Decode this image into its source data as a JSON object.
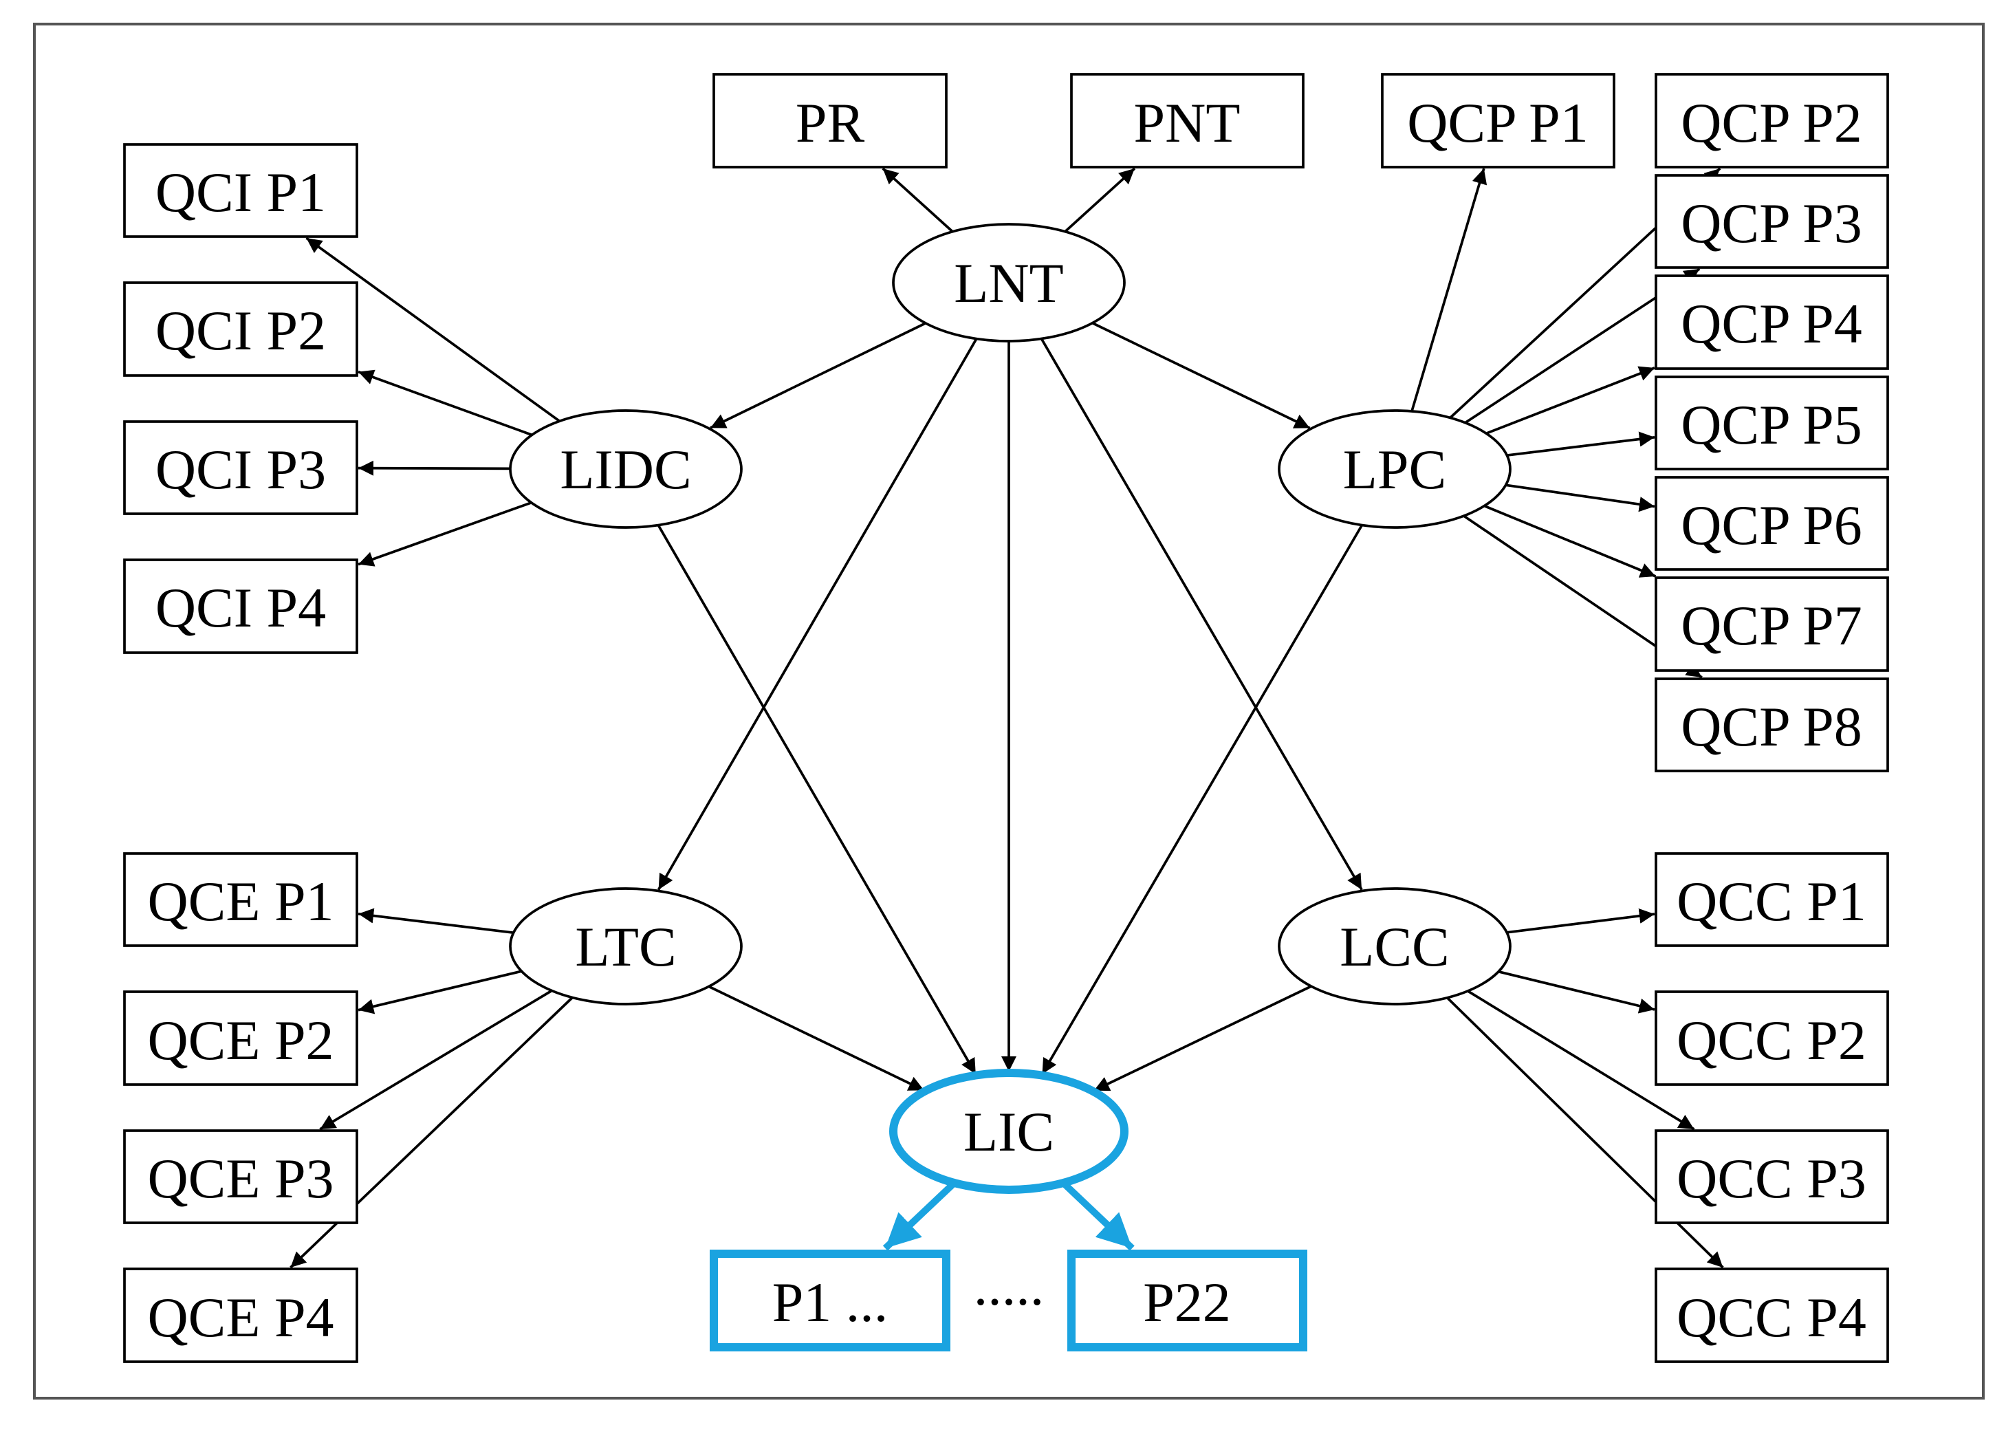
{
  "nodes": {
    "LNT": "LNT",
    "LIDC": "LIDC",
    "LPC": "LPC",
    "LTC": "LTC",
    "LCC": "LCC",
    "LIC": "LIC"
  },
  "boxes": {
    "PR": "PR",
    "PNT": "PNT",
    "QCI_P1": "QCI P1",
    "QCI_P2": "QCI P2",
    "QCI_P3": "QCI P3",
    "QCI_P4": "QCI P4",
    "QCP_P1": "QCP P1",
    "QCP_P2": "QCP P2",
    "QCP_P3": "QCP P3",
    "QCP_P4": "QCP P4",
    "QCP_P5": "QCP P5",
    "QCP_P6": "QCP P6",
    "QCP_P7": "QCP P7",
    "QCP_P8": "QCP P8",
    "QCE_P1": "QCE P1",
    "QCE_P2": "QCE P2",
    "QCE_P3": "QCE P3",
    "QCE_P4": "QCE P4",
    "QCC_P1": "QCC P1",
    "QCC_P2": "QCC P2",
    "QCC_P3": "QCC P3",
    "QCC_P4": "QCC P4",
    "P1": "P1 ...",
    "P22": "P22"
  },
  "ellipsis": ".....",
  "colors": {
    "highlight": "#1aa3e0",
    "line": "#000000",
    "frame": "#555555"
  },
  "edges": [
    [
      "LNT",
      "PR"
    ],
    [
      "LNT",
      "PNT"
    ],
    [
      "LNT",
      "LIDC"
    ],
    [
      "LNT",
      "LPC"
    ],
    [
      "LNT",
      "LTC"
    ],
    [
      "LNT",
      "LIC"
    ],
    [
      "LNT",
      "LCC"
    ],
    [
      "LIDC",
      "QCI_P1"
    ],
    [
      "LIDC",
      "QCI_P2"
    ],
    [
      "LIDC",
      "QCI_P3"
    ],
    [
      "LIDC",
      "QCI_P4"
    ],
    [
      "LIDC",
      "LIC"
    ],
    [
      "LPC",
      "QCP_P1"
    ],
    [
      "LPC",
      "QCP_P2"
    ],
    [
      "LPC",
      "QCP_P3"
    ],
    [
      "LPC",
      "QCP_P4"
    ],
    [
      "LPC",
      "QCP_P5"
    ],
    [
      "LPC",
      "QCP_P6"
    ],
    [
      "LPC",
      "QCP_P7"
    ],
    [
      "LPC",
      "QCP_P8"
    ],
    [
      "LPC",
      "LIC"
    ],
    [
      "LTC",
      "QCE_P1"
    ],
    [
      "LTC",
      "QCE_P2"
    ],
    [
      "LTC",
      "QCE_P3"
    ],
    [
      "LTC",
      "QCE_P4"
    ],
    [
      "LTC",
      "LIC"
    ],
    [
      "LCC",
      "QCC_P1"
    ],
    [
      "LCC",
      "QCC_P2"
    ],
    [
      "LCC",
      "QCC_P3"
    ],
    [
      "LCC",
      "QCC_P4"
    ],
    [
      "LCC",
      "LIC"
    ],
    [
      "LIC",
      "P1"
    ],
    [
      "LIC",
      "P22"
    ]
  ]
}
